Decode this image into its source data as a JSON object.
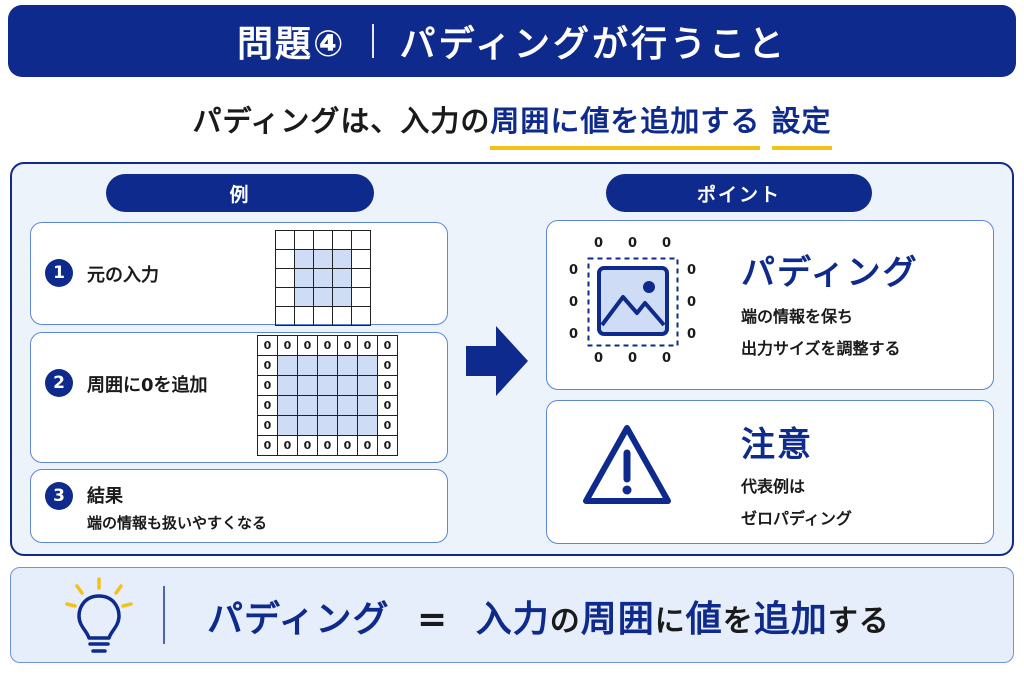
{
  "header": {
    "number": "問題④",
    "title": "パディングが行うこと"
  },
  "subtitle": {
    "part1": "パディングは、入力の",
    "part2": "周囲に値を追加する",
    "part3": "設定"
  },
  "left": {
    "pill": "例",
    "steps": [
      {
        "num": "1",
        "label": "元の入力"
      },
      {
        "num": "2",
        "label": "周囲に0を追加"
      },
      {
        "num": "3",
        "label": "結果",
        "desc": "端の情報も扱いやすくなる"
      }
    ],
    "padded_grid": [
      [
        "0",
        "0",
        "0",
        "0",
        "0",
        "0",
        "0"
      ],
      [
        "0",
        "",
        "",
        "",
        "",
        "",
        "0"
      ],
      [
        "0",
        "",
        "",
        "",
        "",
        "",
        "0"
      ],
      [
        "0",
        "",
        "",
        "",
        "",
        "",
        "0"
      ],
      [
        "0",
        "",
        "",
        "",
        "",
        "",
        "0"
      ],
      [
        "0",
        "0",
        "0",
        "0",
        "0",
        "0",
        "0"
      ]
    ]
  },
  "right": {
    "pill": "ポイント",
    "zero": "0",
    "card1": {
      "title": "パディング",
      "line1": "端の情報を保ち",
      "line2": "出力サイズを調整する"
    },
    "card2": {
      "title": "注意",
      "line1": "代表例は",
      "line2": "ゼロパディング"
    }
  },
  "bottom": {
    "a": "パディング",
    "eq": "=",
    "b": "入力",
    "c": "の",
    "d": "周囲",
    "e": "に",
    "f": "値",
    "g": "を",
    "h": "追加",
    "i": "する"
  },
  "colors": {
    "navy": "#0e2a8c",
    "accent_yellow": "#f2c21a",
    "panel": "#edf3fb",
    "light_fill": "#cfdcf5"
  },
  "icons": [
    "image-icon",
    "warning-icon",
    "lightbulb-icon",
    "right-arrow-icon"
  ]
}
